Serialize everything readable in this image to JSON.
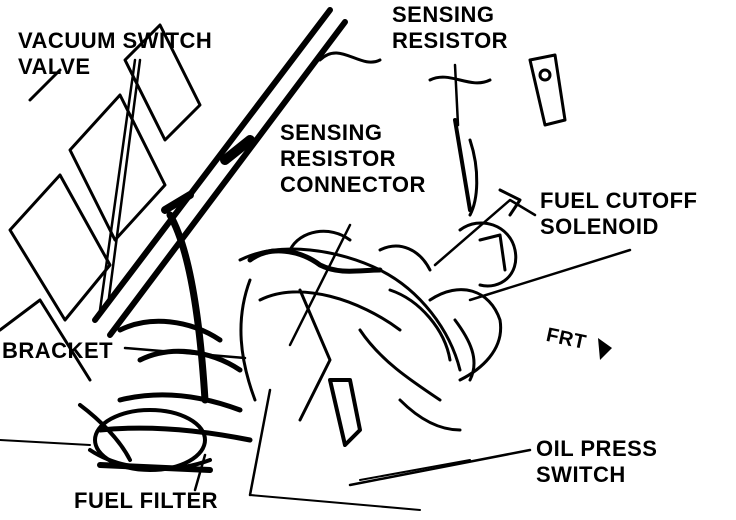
{
  "labels": {
    "vacuum_switch_valve": [
      "VACUUM SWITCH",
      "VALVE"
    ],
    "sensing_resistor": [
      "SENSING",
      "RESISTOR"
    ],
    "sensing_resistor_connector": [
      "SENSING",
      "RESISTOR",
      "CONNECTOR"
    ],
    "fuel_cutoff_solenoid": [
      "FUEL CUTOFF",
      "SOLENOID"
    ],
    "bracket": "BRACKET",
    "front_marker": "FRT",
    "oil_press_switch": [
      "OIL PRESS",
      "SWITCH"
    ],
    "fuel_filter": "FUEL FILTER"
  },
  "colors": {
    "ink": "#000000",
    "paper": "#ffffff"
  }
}
